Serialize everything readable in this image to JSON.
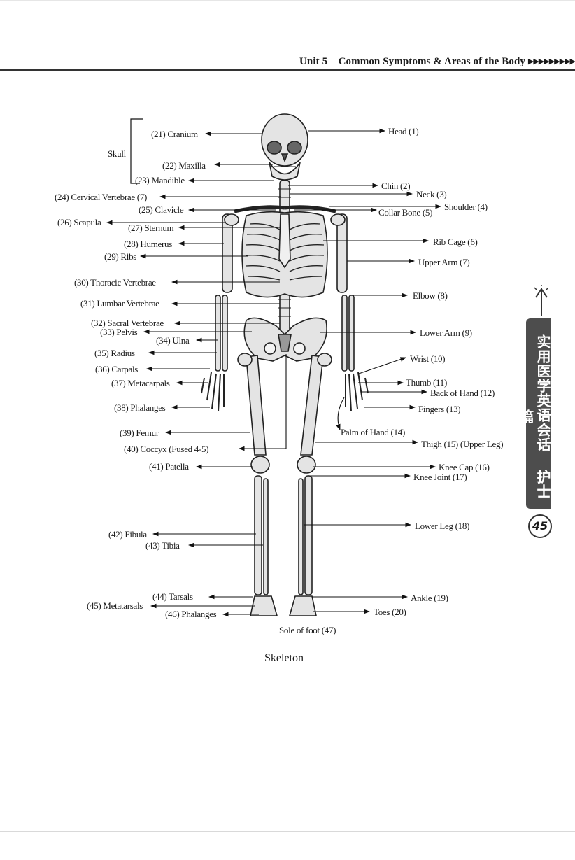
{
  "header": {
    "unit": "Unit 5",
    "title": "Common Symptoms & Areas of the Body",
    "arrows": "▶▶▶▶▶▶▶▶▶"
  },
  "side_tab": {
    "text": "实用医学英语会话 护士篇",
    "page_number": "45"
  },
  "caption": "Skeleton",
  "labels": {
    "skull": "Skull",
    "cranium": "(21) Cranium",
    "maxilla": "(22) Maxilla",
    "mandible": "(23) Mandible",
    "cervical": "(24) Cervical Vertebrae (7)",
    "clavicle": "(25) Clavicle",
    "scapula": "(26) Scapula",
    "sternum": "(27) Sternum",
    "humerus": "(28) Humerus",
    "ribs": "(29) Ribs",
    "thoracic": "(30) Thoracic Vertebrae",
    "lumbar": "(31) Lumbar Vertebrae",
    "sacral": "(32) Sacral Vertebrae",
    "pelvis": "(33) Pelvis",
    "ulna": "(34) Ulna",
    "radius": "(35) Radius",
    "carpals": "(36) Carpals",
    "metacarpals": "(37) Metacarpals",
    "phalanges_hand": "(38) Phalanges",
    "femur": "(39) Femur",
    "coccyx": "(40) Coccyx  (Fused 4-5)",
    "patella": "(41) Patella",
    "fibula": "(42) Fibula",
    "tibia": "(43) Tibia",
    "tarsals": "(44) Tarsals",
    "metatarsals": "(45) Metatarsals",
    "phalanges_foot": "(46) Phalanges",
    "head": "Head (1)",
    "chin": "Chin (2)",
    "neck": "Neck (3)",
    "shoulder": "Shoulder (4)",
    "collar_bone": "Collar Bone (5)",
    "rib_cage": "Rib Cage (6)",
    "upper_arm": "Upper Arm (7)",
    "elbow": "Elbow (8)",
    "lower_arm": "Lower Arm (9)",
    "wrist": "Wrist (10)",
    "thumb": "Thumb (11)",
    "back_of_hand": "Back of Hand (12)",
    "fingers": "Fingers (13)",
    "palm": "Palm of Hand (14)",
    "thigh": "Thigh (15)  (Upper Leg)",
    "knee_cap": "Knee  Cap (16)",
    "knee_joint": "Knee Joint (17)",
    "lower_leg": "Lower Leg (18)",
    "ankle": "Ankle (19)",
    "toes": "Toes (20)",
    "sole": "Sole of foot (47)"
  }
}
